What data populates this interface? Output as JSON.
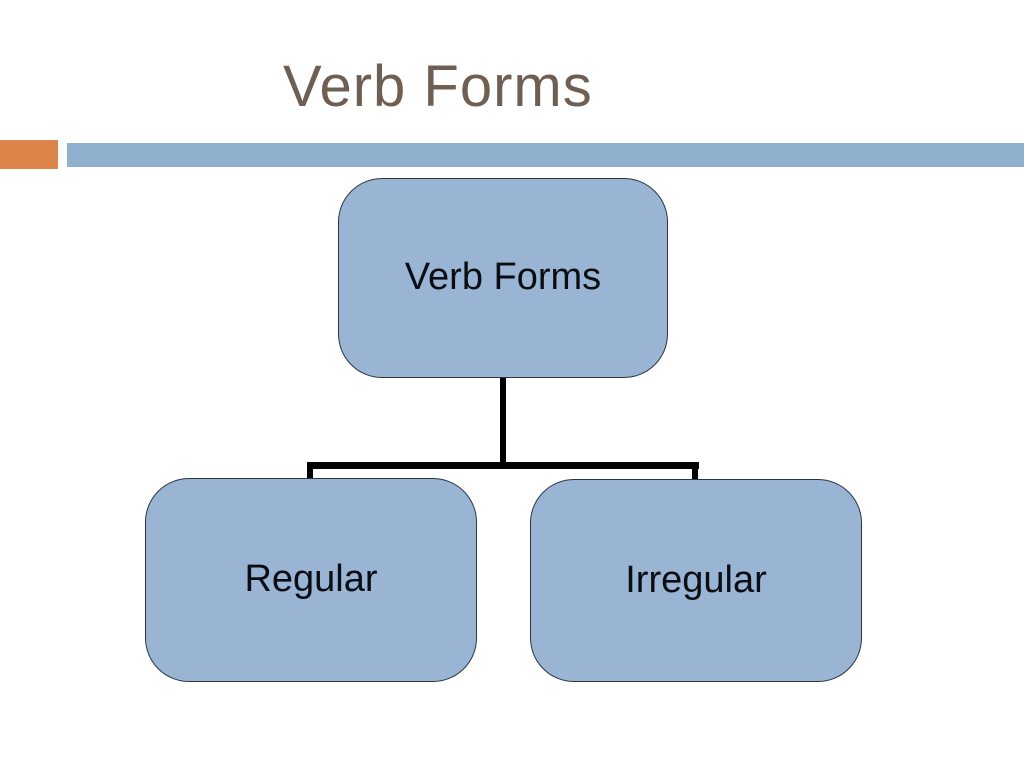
{
  "slide": {
    "title": "Verb Forms",
    "colors": {
      "background": "#FFFFFF",
      "title_text": "#6F5F53",
      "bar_blue": "#8FB1CD",
      "block_orange": "#DC8449",
      "node_fill": "#9AB5D3",
      "node_border": "#2A3646",
      "node_text": "#0A0D14",
      "connector": "#000000"
    }
  },
  "diagram": {
    "type": "hierarchy",
    "root": {
      "label": "Verb Forms"
    },
    "children": [
      {
        "label": "Regular"
      },
      {
        "label": "Irregular"
      }
    ]
  }
}
